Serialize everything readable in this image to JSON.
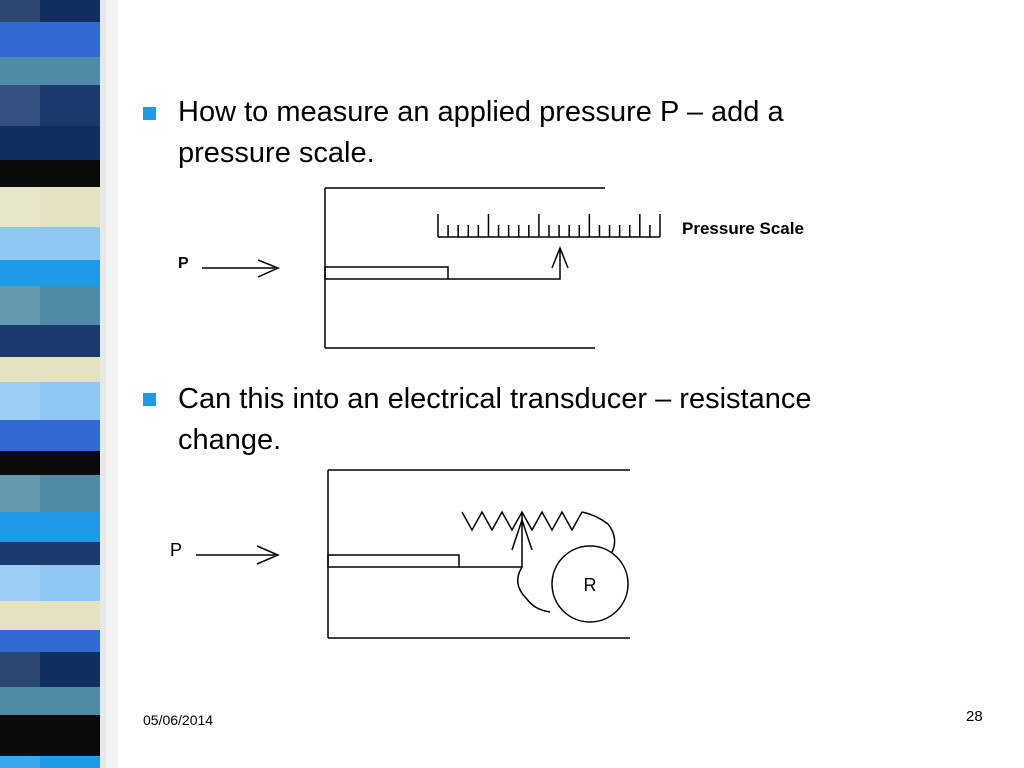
{
  "slide": {
    "bullets": [
      {
        "line1": "How to measure an applied pressure P – add a",
        "line2": "pressure scale."
      },
      {
        "line1": "Can this into an electrical transducer – resistance",
        "line2": "change."
      }
    ],
    "date": "05/06/2014",
    "page_number": "28"
  },
  "diagram1": {
    "pressure_label": "P",
    "scale_label": "Pressure Scale"
  },
  "diagram2": {
    "pressure_label": "P",
    "resistor_label": "R"
  },
  "colors": {
    "bullet": "#1e9be6",
    "stripe_palette": [
      "#1a3a6e",
      "#2f6bd3",
      "#4f8ba6",
      "#8fc6f2",
      "#e5e3c1",
      "#0b0b0b",
      "#1e9be6",
      "#0f2f5e"
    ]
  }
}
